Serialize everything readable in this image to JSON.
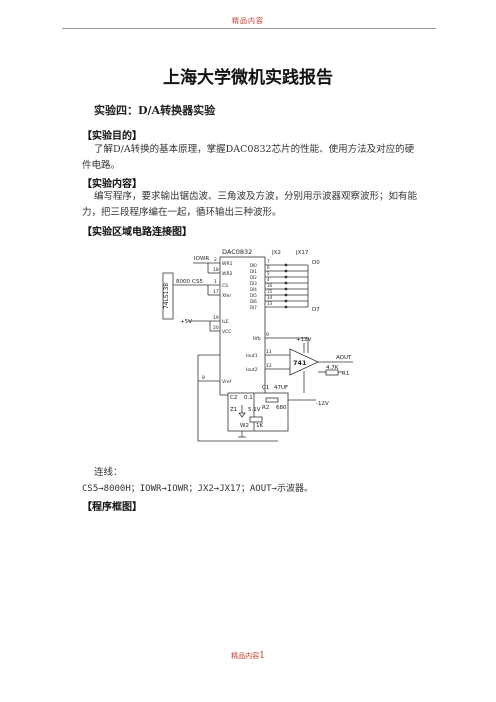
{
  "header": {
    "note": "精品内容"
  },
  "doc": {
    "title": "上海大学微机实践报告",
    "experiment_title": "实验四：D/A转换器实验",
    "purpose_heading": "【实验目的】",
    "purpose_text": "了解D/A转换的基本原理，掌握DAC0832芯片的性能、使用方法及对应的硬件电路。",
    "content_heading": "【实验内容】",
    "content_text": "编写程序，要求输出锯齿波、三角波及方波，分别用示波器观察波形；如有能力，把三段程序编在一起，循环输出三种波形。",
    "diagram_heading": "【实验区域电路连接图】",
    "connection_label": "连线：",
    "connection_text": "CS5→8000H；IOWR→IOWR；JX2→JX17；AOUT→示波器。",
    "flowchart_heading": "【程序框图】"
  },
  "circuit": {
    "chip": "DAC0832",
    "decoder": "74LS138",
    "opamp": "741",
    "labels": {
      "iowr": "IOWR",
      "cs5": "CS5",
      "addr": "8000",
      "plus5": "+5V",
      "jx2": "JX2",
      "jx17": "JX17",
      "d0": "D0",
      "d7": "D7",
      "plus12": "+12V",
      "minus12": "-12V",
      "aout": "AOUT",
      "r1": "R1",
      "r47k": "4.7K",
      "r2": "R2",
      "r680": "680",
      "c1": "C1",
      "c47": "47UF",
      "c2": "C2",
      "c01": "0.1",
      "z1": "Z1",
      "z51": "5.1V",
      "w2": "W2",
      "w1k": "1K",
      "pin_wr1": "WR1",
      "pin_wr2": "WR2",
      "pin_cs": "CS",
      "pin_xfer": "Xfer",
      "pin_ile": "ILE",
      "pin_vcc": "VCC",
      "pin_rfb": "Rfb",
      "pin_iout1": "Iout1",
      "pin_iout2": "Iout2",
      "pin_vref": "Vref",
      "pin2": "2",
      "pin18": "18",
      "pin1": "1",
      "pin17": "17",
      "pin19": "19",
      "pin20": "20",
      "pin9": "9",
      "pin11": "11",
      "pin12": "12",
      "pin8": "8",
      "pin_di": [
        "DI0",
        "DI1",
        "DI2",
        "DI3",
        "DI4",
        "DI5",
        "DI6",
        "DI7"
      ],
      "pin_dn": [
        "7",
        "6",
        "5",
        "4",
        "16",
        "15",
        "14",
        "13"
      ]
    }
  },
  "footer": {
    "note": "精品内容",
    "page": "1"
  }
}
